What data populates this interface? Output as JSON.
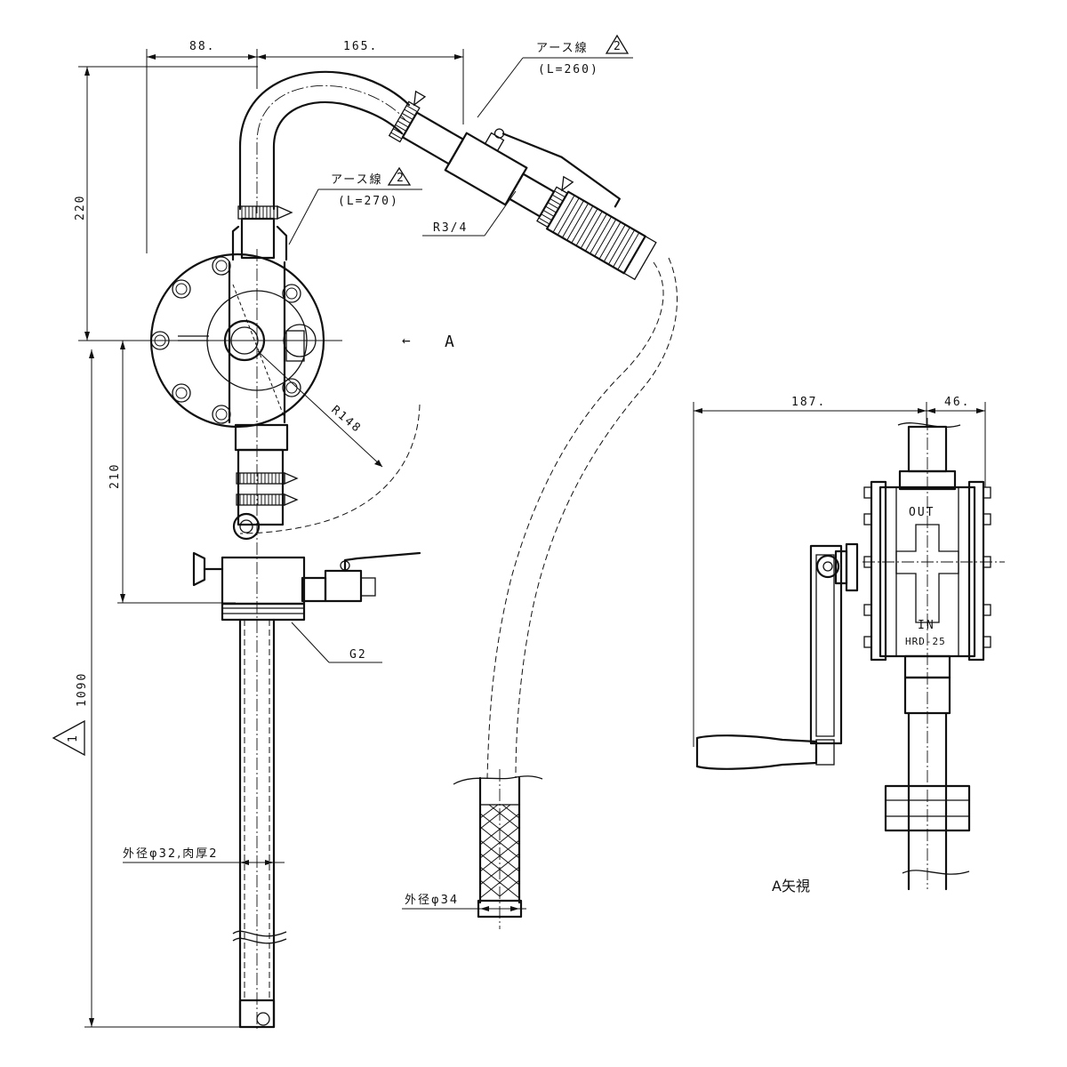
{
  "dimensions": {
    "d_88": "88.",
    "d_165": "165.",
    "d_220": "220",
    "d_210": "210",
    "d_1090": "1090",
    "d_187": "187.",
    "d_46": "46."
  },
  "callouts": {
    "earth_wire_1": "アース線",
    "earth_wire_1_len": "(L=260)",
    "earth_wire_2": "アース線",
    "earth_wire_2_len": "(L=270)",
    "thread_r34": "R3/4",
    "radius_r148": "R148",
    "thread_g2": "G2",
    "tube_spec": "外径φ32,肉厚2",
    "hose_spec": "外径φ34"
  },
  "revision_marks": {
    "rev_2_a": "2",
    "rev_2_b": "2",
    "rev_1": "1"
  },
  "view": {
    "arrow_label": "A",
    "arrow_glyph": "←",
    "view_label": "A矢視"
  },
  "pump_labels": {
    "out": "OUT",
    "in": "IN",
    "model": "HRD-25"
  }
}
